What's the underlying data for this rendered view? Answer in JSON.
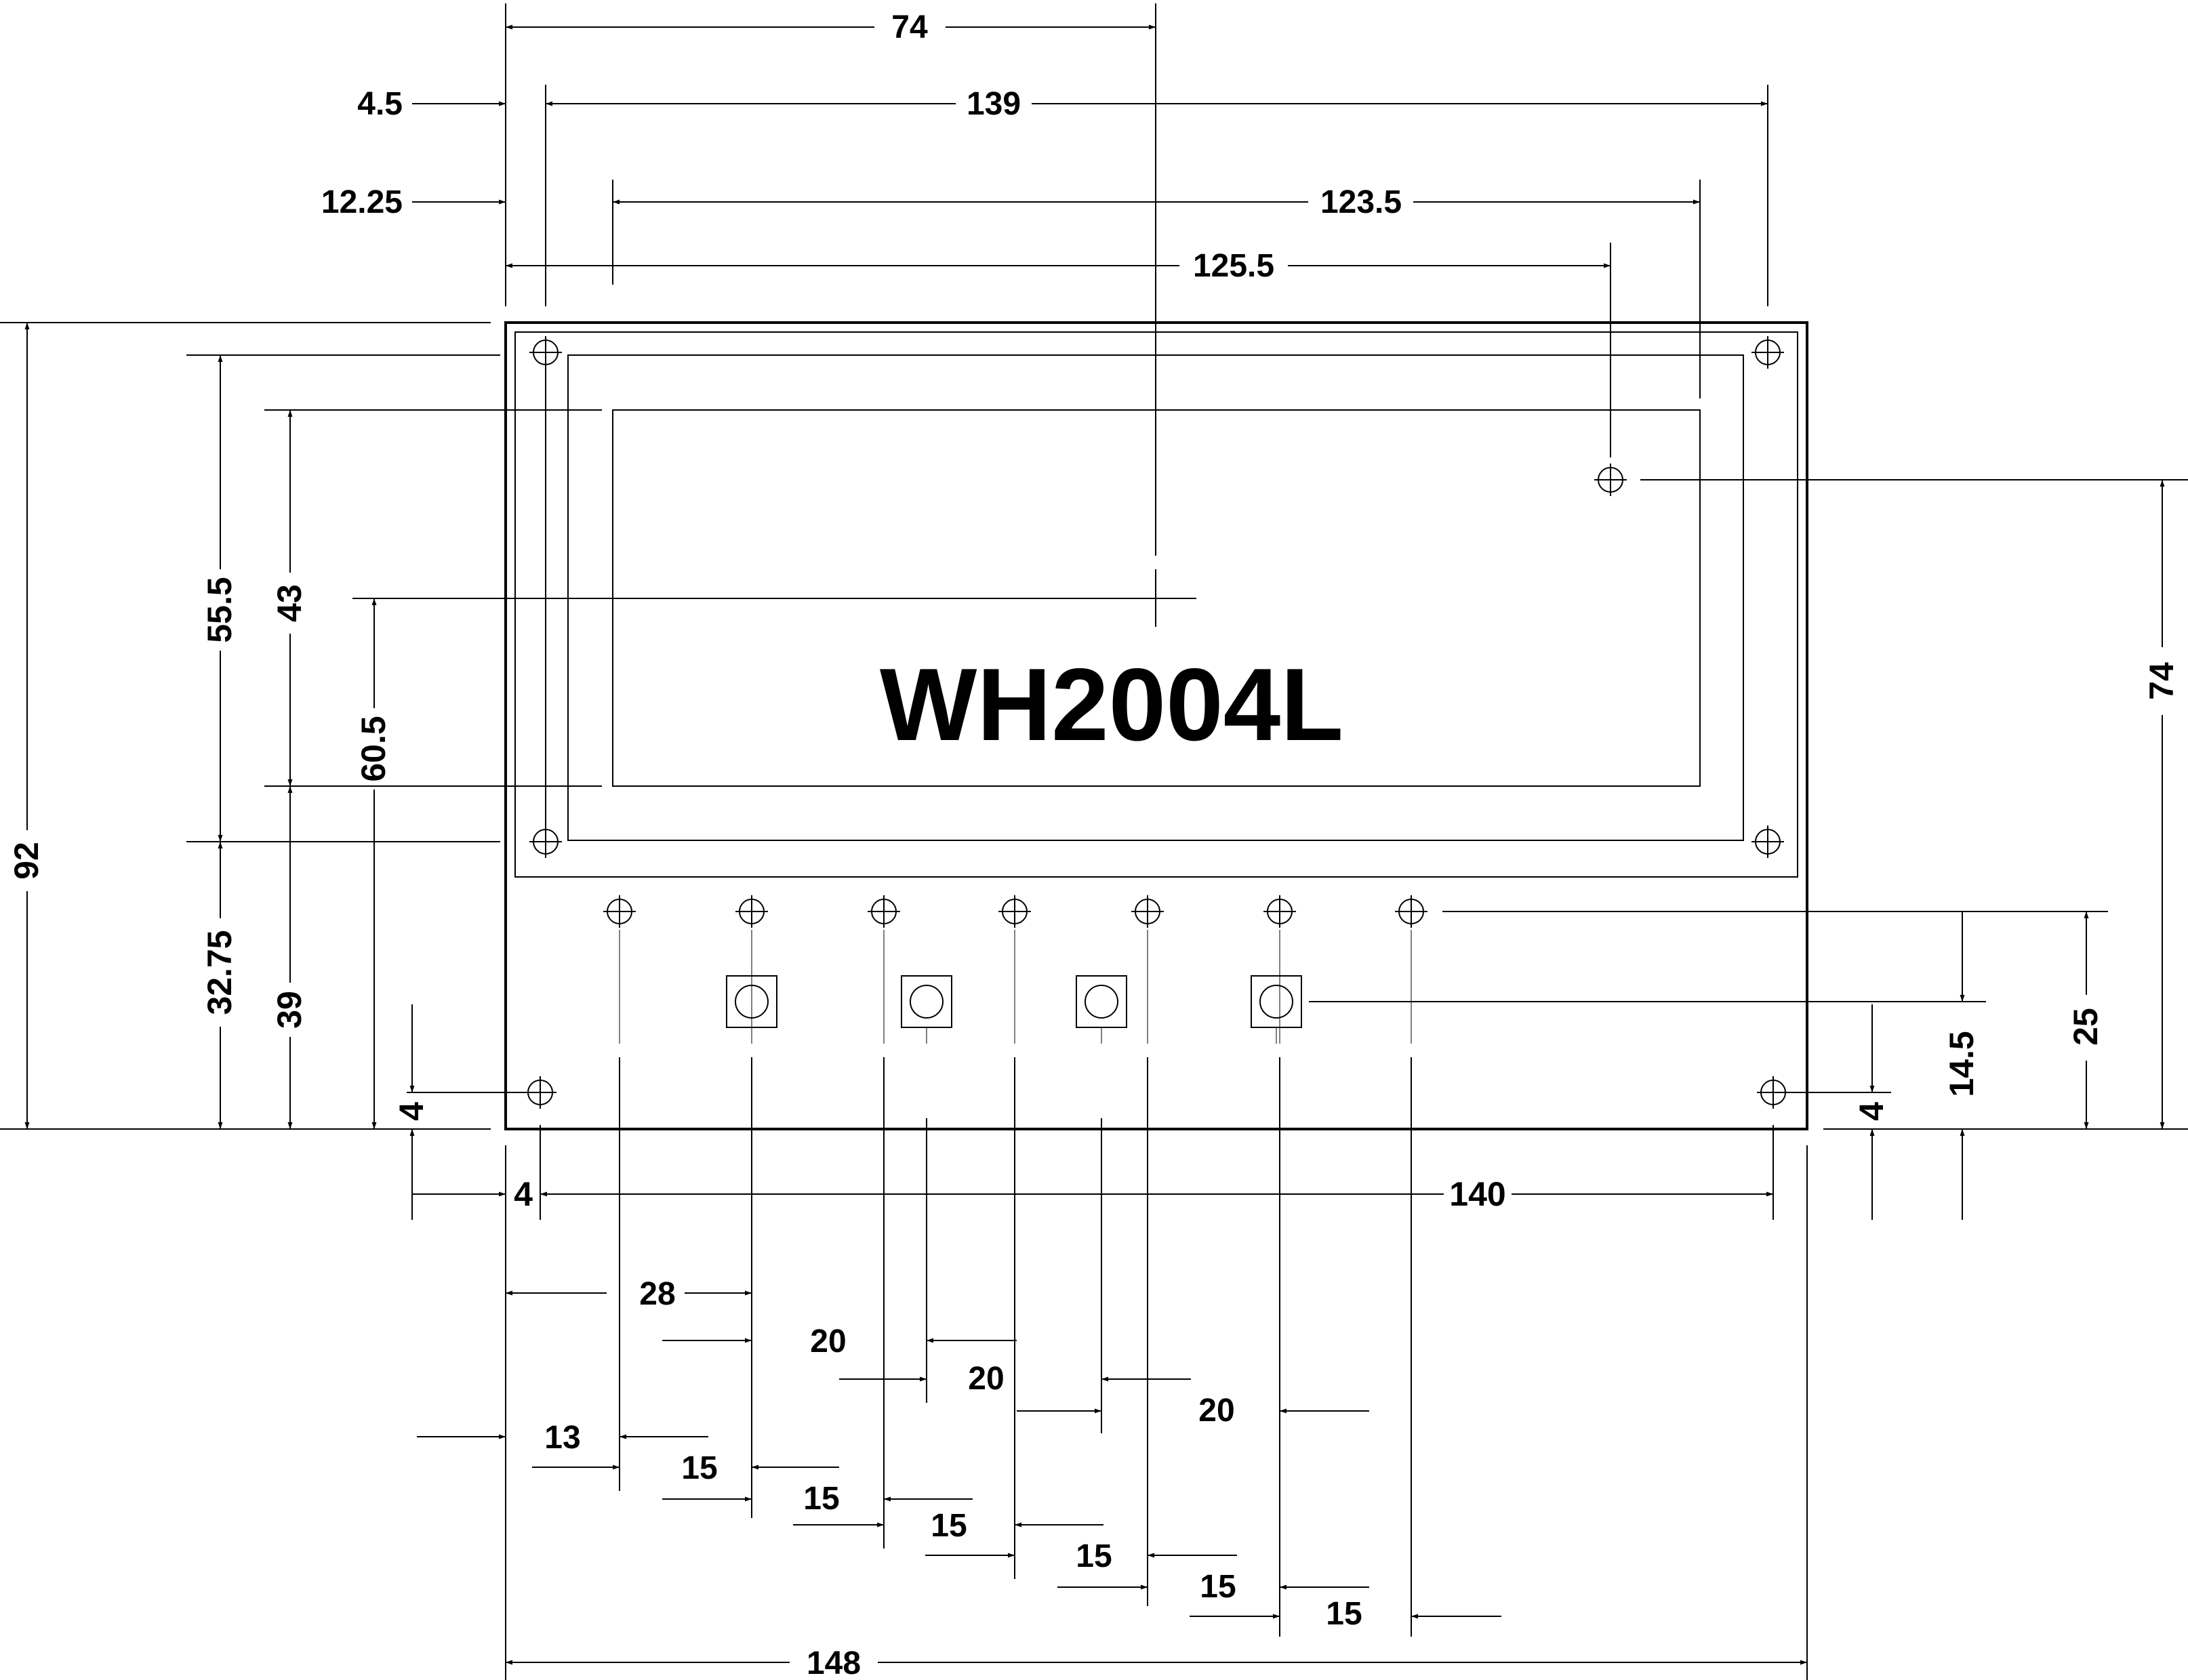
{
  "title": "WH2004L",
  "colors": {
    "line": "#000000",
    "background": "#ffffff"
  },
  "dims": {
    "d74_top": "74",
    "d4_5": "4.5",
    "d139": "139",
    "d12_25": "12.25",
    "d123_5": "123.5",
    "d125_5": "125.5",
    "d92": "92",
    "d55_5": "55.5",
    "d43": "43",
    "d60_5": "60.5",
    "d32_75": "32.75",
    "d39": "39",
    "d4_left": "4",
    "d74_right": "74",
    "d25": "25",
    "d14_5": "14.5",
    "d4_right": "4",
    "d4_bottom": "4",
    "d140": "140",
    "d28": "28",
    "d20_a": "20",
    "d20_b": "20",
    "d20_c": "20",
    "d13": "13",
    "d15_1": "15",
    "d15_2": "15",
    "d15_3": "15",
    "d15_4": "15",
    "d15_5": "15",
    "d15_6": "15",
    "d148": "148"
  }
}
